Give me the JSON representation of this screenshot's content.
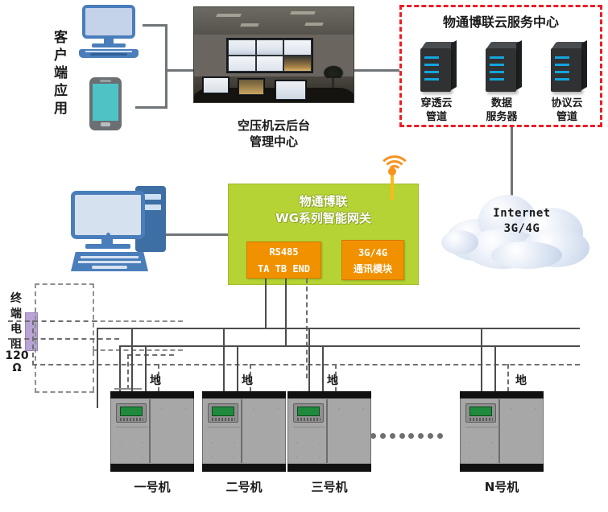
{
  "client": {
    "label": "客户端应用",
    "label_chars": [
      "客",
      "户",
      "端",
      "应",
      "用"
    ],
    "devices": [
      {
        "name": "desktop-monitor",
        "icon": "monitor-icon"
      },
      {
        "name": "mobile-phone",
        "icon": "smartphone-icon"
      }
    ]
  },
  "control_room": {
    "caption_line1": "空压机云后台",
    "caption_line2": "管理中心",
    "photo_alt": "control-room-photo"
  },
  "cloud_center": {
    "title": "物通博联云服务中心",
    "border_color": "#ee1c25",
    "servers": [
      {
        "icon": "server-icon",
        "line1": "穿透云",
        "line2": "管道"
      },
      {
        "icon": "server-icon",
        "line1": "数据",
        "line2": "服务器"
      },
      {
        "icon": "server-icon",
        "line1": "协议云",
        "line2": "管道"
      }
    ]
  },
  "internet": {
    "icon": "cloud-icon",
    "line1": "Internet",
    "line2": "3G/4G"
  },
  "gateway": {
    "title_line1": "物通博联",
    "title_line2": "WG系列智能网关",
    "color": "#b5d334",
    "module_color": "#f29100",
    "antenna_icon": "wifi-antenna-icon",
    "modules": [
      {
        "name": "rs485-module",
        "line1": "RS485",
        "line2": "TA TB END"
      },
      {
        "name": "cellular-module",
        "line1": "3G/4G",
        "line2": "通讯模块"
      }
    ]
  },
  "local_pc": {
    "icon": "desktop-pc-icon"
  },
  "terminal_resistor": {
    "label": "终端电阻",
    "label_chars": [
      "终",
      "端",
      "电",
      "阻"
    ],
    "value": "120",
    "unit": "Ω",
    "color": "#b9a2d6"
  },
  "ground": {
    "symbol_name": "earth-ground-icon",
    "label": "地"
  },
  "machines": [
    {
      "label": "一号机",
      "earth": "地"
    },
    {
      "label": "二号机",
      "earth": "地"
    },
    {
      "label": "三号机",
      "earth": "地"
    },
    {
      "label": "N号机",
      "earth": "地"
    }
  ],
  "ellipsis": "········"
}
